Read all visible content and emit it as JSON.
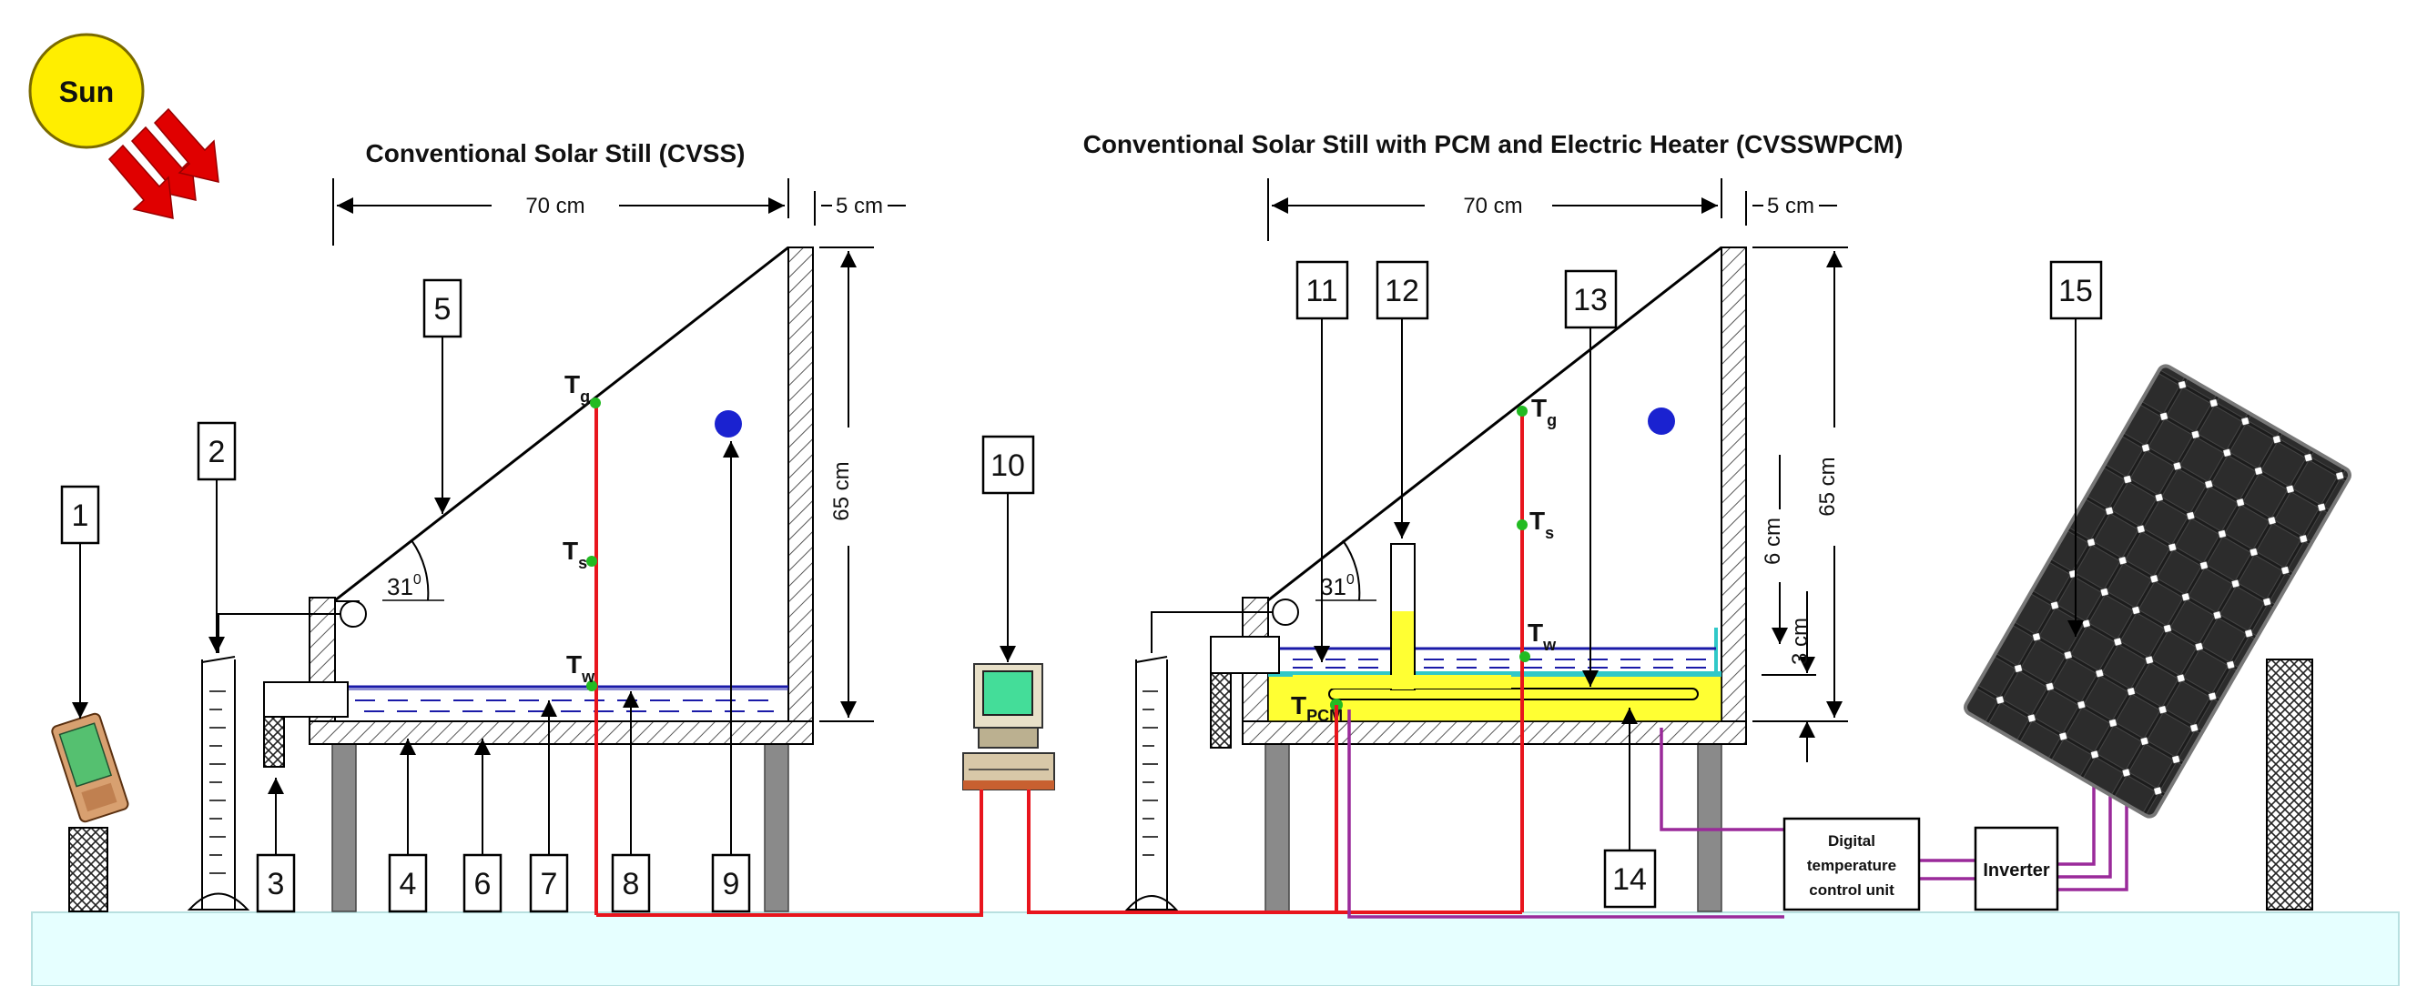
{
  "sun": {
    "label": "Sun",
    "color": "#ffee00"
  },
  "titles": {
    "left": "Conventional Solar Still (CVSS)",
    "right": "Conventional Solar Still with PCM and Electric Heater (CVSSWPCM)"
  },
  "dimensions": {
    "width_left": "70 cm",
    "wall_left": "5 cm",
    "height_left": "65 cm",
    "width_right": "70 cm",
    "wall_right": "5 cm",
    "height_right": "65 cm",
    "gap_6": "6 cm",
    "gap_3": "3 cm"
  },
  "angles": {
    "left": "31",
    "right": "31",
    "degree_mark": "0"
  },
  "sensors": {
    "t": "T",
    "g": "g",
    "s": "s",
    "w": "w",
    "pcm": "PCM"
  },
  "labels": [
    "1",
    "2",
    "3",
    "4",
    "5",
    "6",
    "7",
    "8",
    "9",
    "10",
    "11",
    "12",
    "13",
    "14",
    "15"
  ],
  "units": {
    "control_line1": "Digital",
    "control_line2": "temperature",
    "control_line3": "control unit",
    "inverter": "Inverter"
  },
  "colors": {
    "thermocouple_wire": "#e8151d",
    "power_wire": "#9a2a9a",
    "water": "#1a1aa8",
    "pcm": "#ffff33",
    "ground": "#e6ffff",
    "sensor_dot": "#22bb22",
    "vapor_ball": "#1a22d0",
    "arrows": "#e00000"
  }
}
